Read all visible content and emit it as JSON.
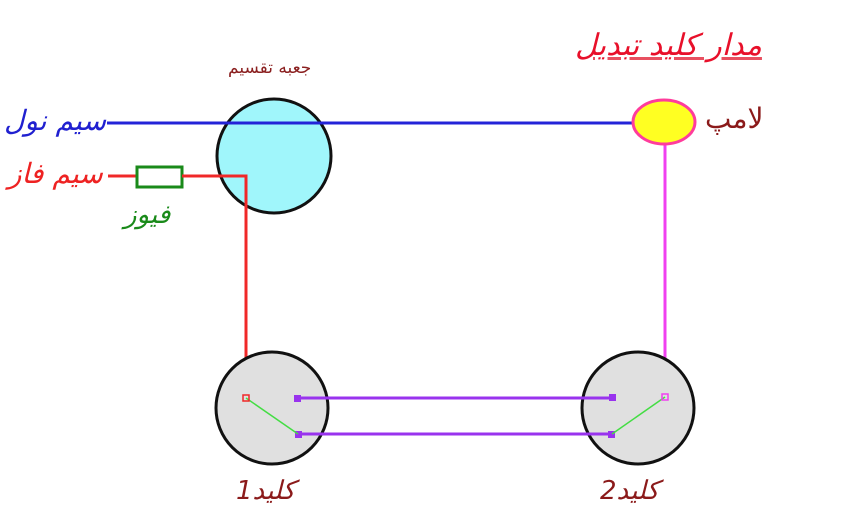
{
  "title": "مدار کلید تبدیل",
  "labels": {
    "junction_box": "جعبه تقسیم",
    "neutral_wire": "سیم نول",
    "phase_wire": "سیم فاز",
    "fuse": "فیوز",
    "lamp": "لامپ",
    "switch1": "کلید1",
    "switch2": "کلید2"
  },
  "colors": {
    "neutral": "#2323d8",
    "phase": "#f02828",
    "lamp_wire": "#f040f0",
    "traveler": "#9933ee",
    "switch_contact": "#44dd44",
    "fuse": "#1a8a1a",
    "junction_fill": "#a0f6fb",
    "switch_fill": "#e0e0e0",
    "lamp_fill": "#ffff22",
    "lamp_stroke": "#ff3c9c"
  }
}
